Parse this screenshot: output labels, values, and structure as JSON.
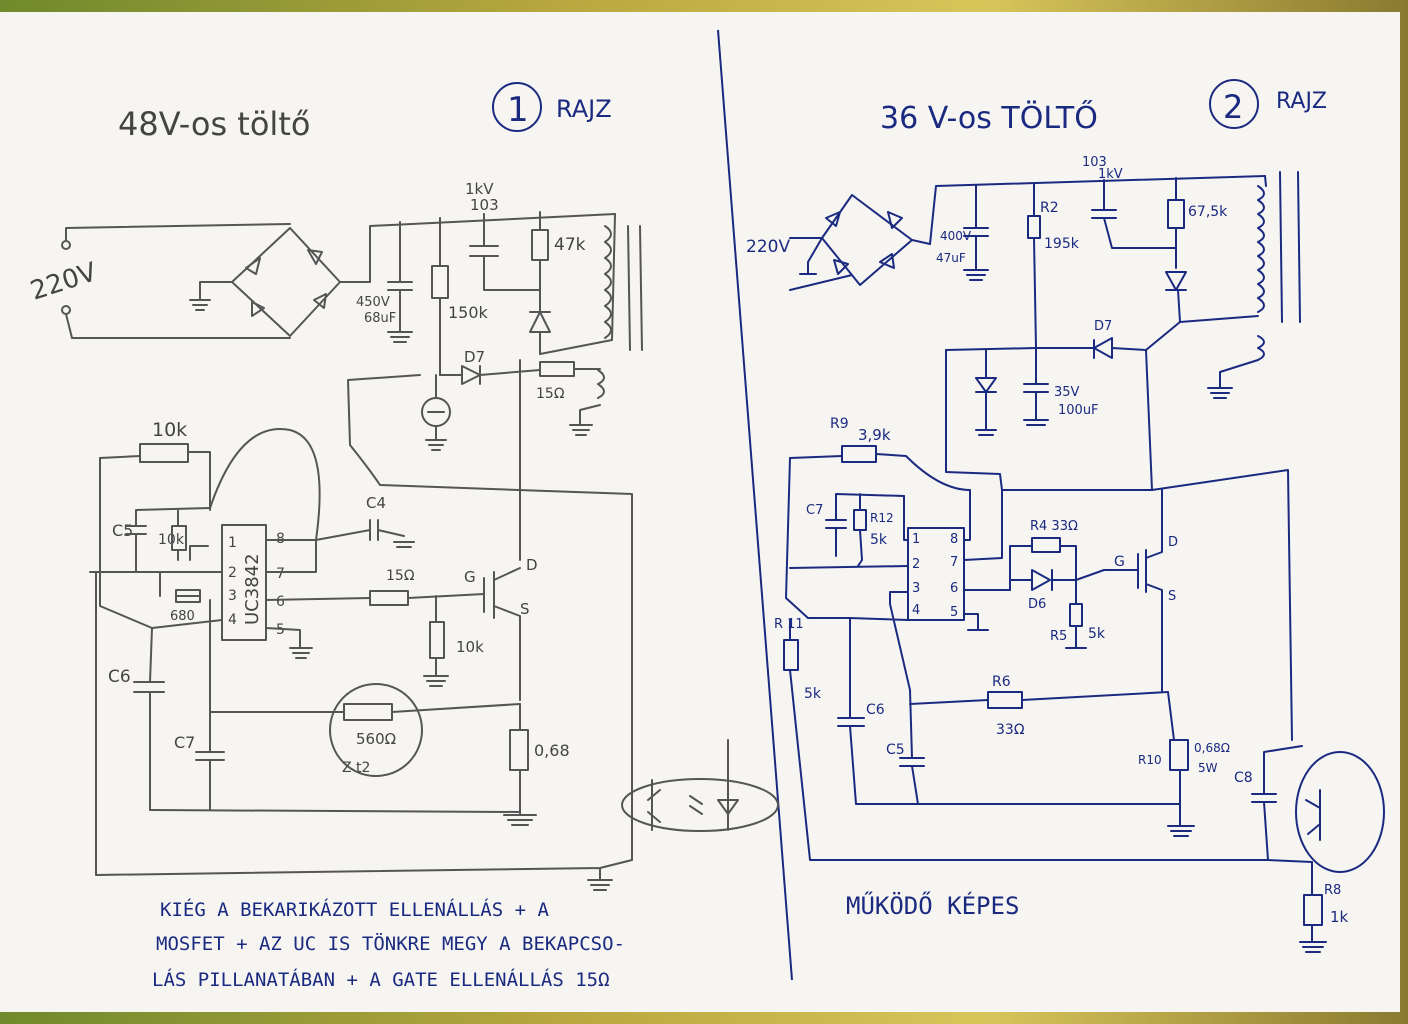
{
  "left": {
    "title": "48V-os töltő",
    "drawing_number": "1",
    "drawing_word": "RAJZ",
    "labels": {
      "mains": "220V",
      "cap_bulk": "450V",
      "cap_bulk_val": "68uF",
      "snubber_v": "1kV",
      "snubber_c": "103",
      "r47k": "47k",
      "r150k": "150k",
      "d7": "D7",
      "r15a": "15Ω",
      "r10k_top": "10k",
      "c5": "C5",
      "r10k_small": "10k",
      "c4": "C4",
      "r680": "680",
      "ic": "UC3842",
      "pin1": "1",
      "pin2": "2",
      "pin3": "3",
      "pin4": "4",
      "pin5": "5",
      "pin6": "6",
      "pin7": "7",
      "pin8": "8",
      "r15b": "15Ω",
      "g": "G",
      "d": "D",
      "s": "S",
      "r10k_gate": "10k",
      "c6": "C6",
      "c7": "C7",
      "r560": "560Ω",
      "rnote": "Z t2",
      "r068": "0,68"
    },
    "note": [
      "KIÉG A BEKARIKÁZOTT ELLENÁLLÁS + A",
      "MOSFET + AZ UC IS TÖNKRE MEGY A BEKAPCSO-",
      "LÁS PILLANATÁBAN + A GATE ELLENÁLLÁS 15Ω"
    ]
  },
  "right": {
    "title": "36 V-os TÖLTŐ",
    "drawing_number": "2",
    "drawing_word": "RAJZ",
    "labels": {
      "mains": "220V",
      "cap_bulk": "400V",
      "cap_bulk_val": "47uF",
      "r2": "R2",
      "r195k": "195k",
      "snubber_c": "103",
      "snubber_v": "1kV",
      "r675k": "67,5k",
      "d7": "D7",
      "c35v": "35V",
      "c100": "100uF",
      "r9": "R9",
      "r39k": "3,9k",
      "c7": "C7",
      "r12": "R12",
      "r5k_a": "5k",
      "r4": "R4 33Ω",
      "d6": "D6",
      "r5": "R5",
      "r5k_b": "5k",
      "r11": "R 11",
      "r5k_c": "5k",
      "c6": "C6",
      "c5": "C5",
      "r6": "R6",
      "r33": "33Ω",
      "r10": "R10",
      "r068": "0,68Ω",
      "r5w": "5W",
      "c8": "C8",
      "r8": "R8",
      "r1k": "1k",
      "g": "G",
      "d": "D",
      "s": "S",
      "pin1": "1",
      "pin2": "2",
      "pin3": "3",
      "pin4": "4",
      "pin5": "5",
      "pin6": "6",
      "pin7": "7",
      "pin8": "8"
    },
    "note": "MŰKÖDŐ KÉPES"
  },
  "colors": {
    "pencil": "#555555",
    "ink": "#1a2a80",
    "paper": "#f7f5f2"
  }
}
